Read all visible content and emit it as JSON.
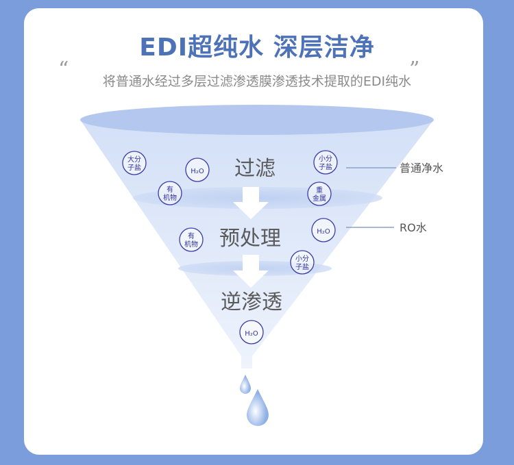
{
  "title": "EDI超纯水 深层洁净",
  "subtitle": "将普通水经过多层过滤渗透膜渗透技术提取的EDI纯水",
  "quote_open": "“",
  "quote_close": "”",
  "stages": [
    "过滤",
    "预处理",
    "逆渗透"
  ],
  "side_labels": [
    "普通净水",
    "RO水"
  ],
  "molecules": [
    {
      "l1": "大分",
      "l2": "子盐"
    },
    {
      "l1": "H₂O",
      "l2": ""
    },
    {
      "l1": "有",
      "l2": "机物"
    },
    {
      "l1": "小分",
      "l2": "子盐"
    },
    {
      "l1": "重",
      "l2": "金属"
    },
    {
      "l1": "有",
      "l2": "机物"
    },
    {
      "l1": "H₂O",
      "l2": ""
    },
    {
      "l1": "小分",
      "l2": "子盐"
    },
    {
      "l1": "H₂O",
      "l2": ""
    }
  ],
  "colors": {
    "background": "#7b9ddc",
    "title": "#4d72b8",
    "funnel": "#c9d8f5"
  }
}
